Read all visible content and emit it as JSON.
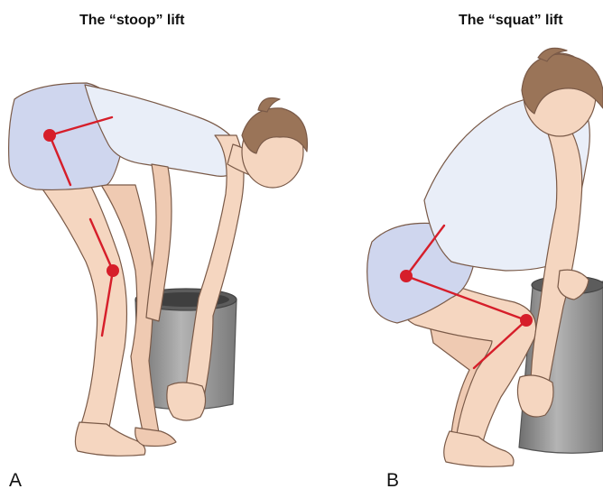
{
  "panel_a": {
    "title": "The “stoop” lift",
    "label": "A"
  },
  "panel_b": {
    "title": "The “squat” lift",
    "label": "B"
  },
  "colors": {
    "skin": "#f5d6c0",
    "skin_outline": "#7a5a48",
    "hair": "#9a7458",
    "shirt": "#e9eef8",
    "shorts": "#cfd6ee",
    "bucket": "#9c9c9c",
    "joint_marker": "#d61e2a"
  }
}
